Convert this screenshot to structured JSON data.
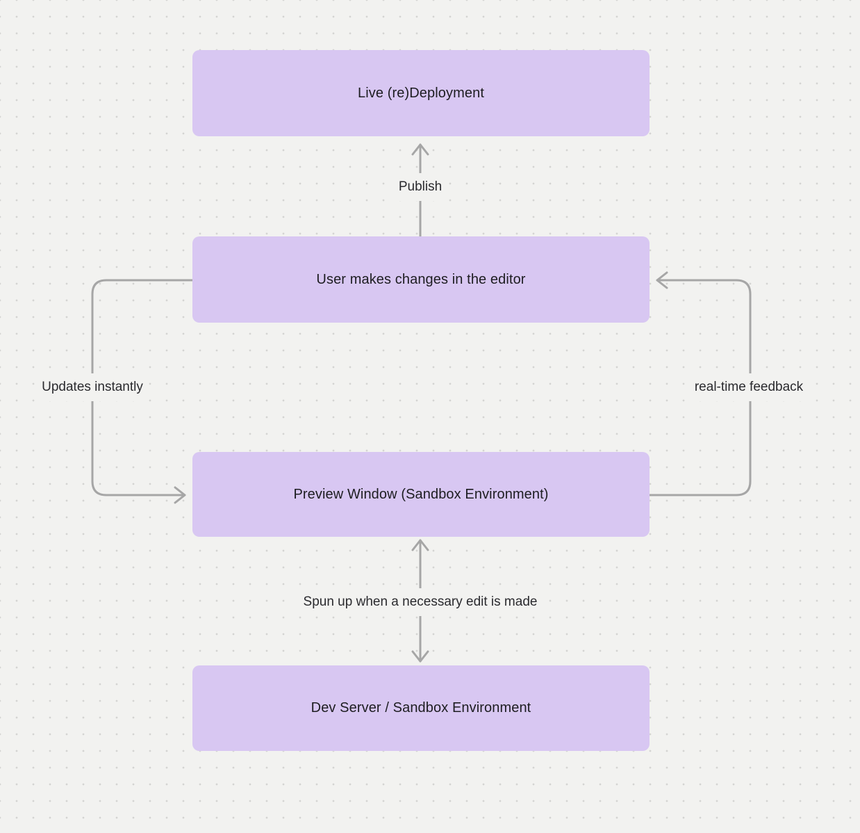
{
  "diagram": {
    "nodes": [
      {
        "id": "live-deployment",
        "label": "Live (re)Deployment"
      },
      {
        "id": "editor-changes",
        "label": "User makes changes in the editor"
      },
      {
        "id": "preview-window",
        "label": "Preview Window (Sandbox Environment)"
      },
      {
        "id": "dev-server",
        "label": "Dev Server / Sandbox Environment"
      }
    ],
    "edges": [
      {
        "id": "publish",
        "from": "editor-changes",
        "to": "live-deployment",
        "label": "Publish"
      },
      {
        "id": "updates-instantly",
        "from": "editor-changes",
        "to": "preview-window",
        "label": "Updates instantly"
      },
      {
        "id": "real-time-feedback",
        "from": "preview-window",
        "to": "editor-changes",
        "label": "real-time feedback"
      },
      {
        "id": "spun-up",
        "from": "preview-window",
        "to": "dev-server",
        "label": "Spun up when a necessary edit is made",
        "bidirectional": true
      }
    ]
  },
  "theme": {
    "background": "#f2f2f0",
    "dot": "#d4d4d2",
    "node_fill": "#d8c7f2",
    "node_text": "#1d1d21",
    "edge_text": "#2a2a2e",
    "arrow": "#a6a6a6"
  }
}
